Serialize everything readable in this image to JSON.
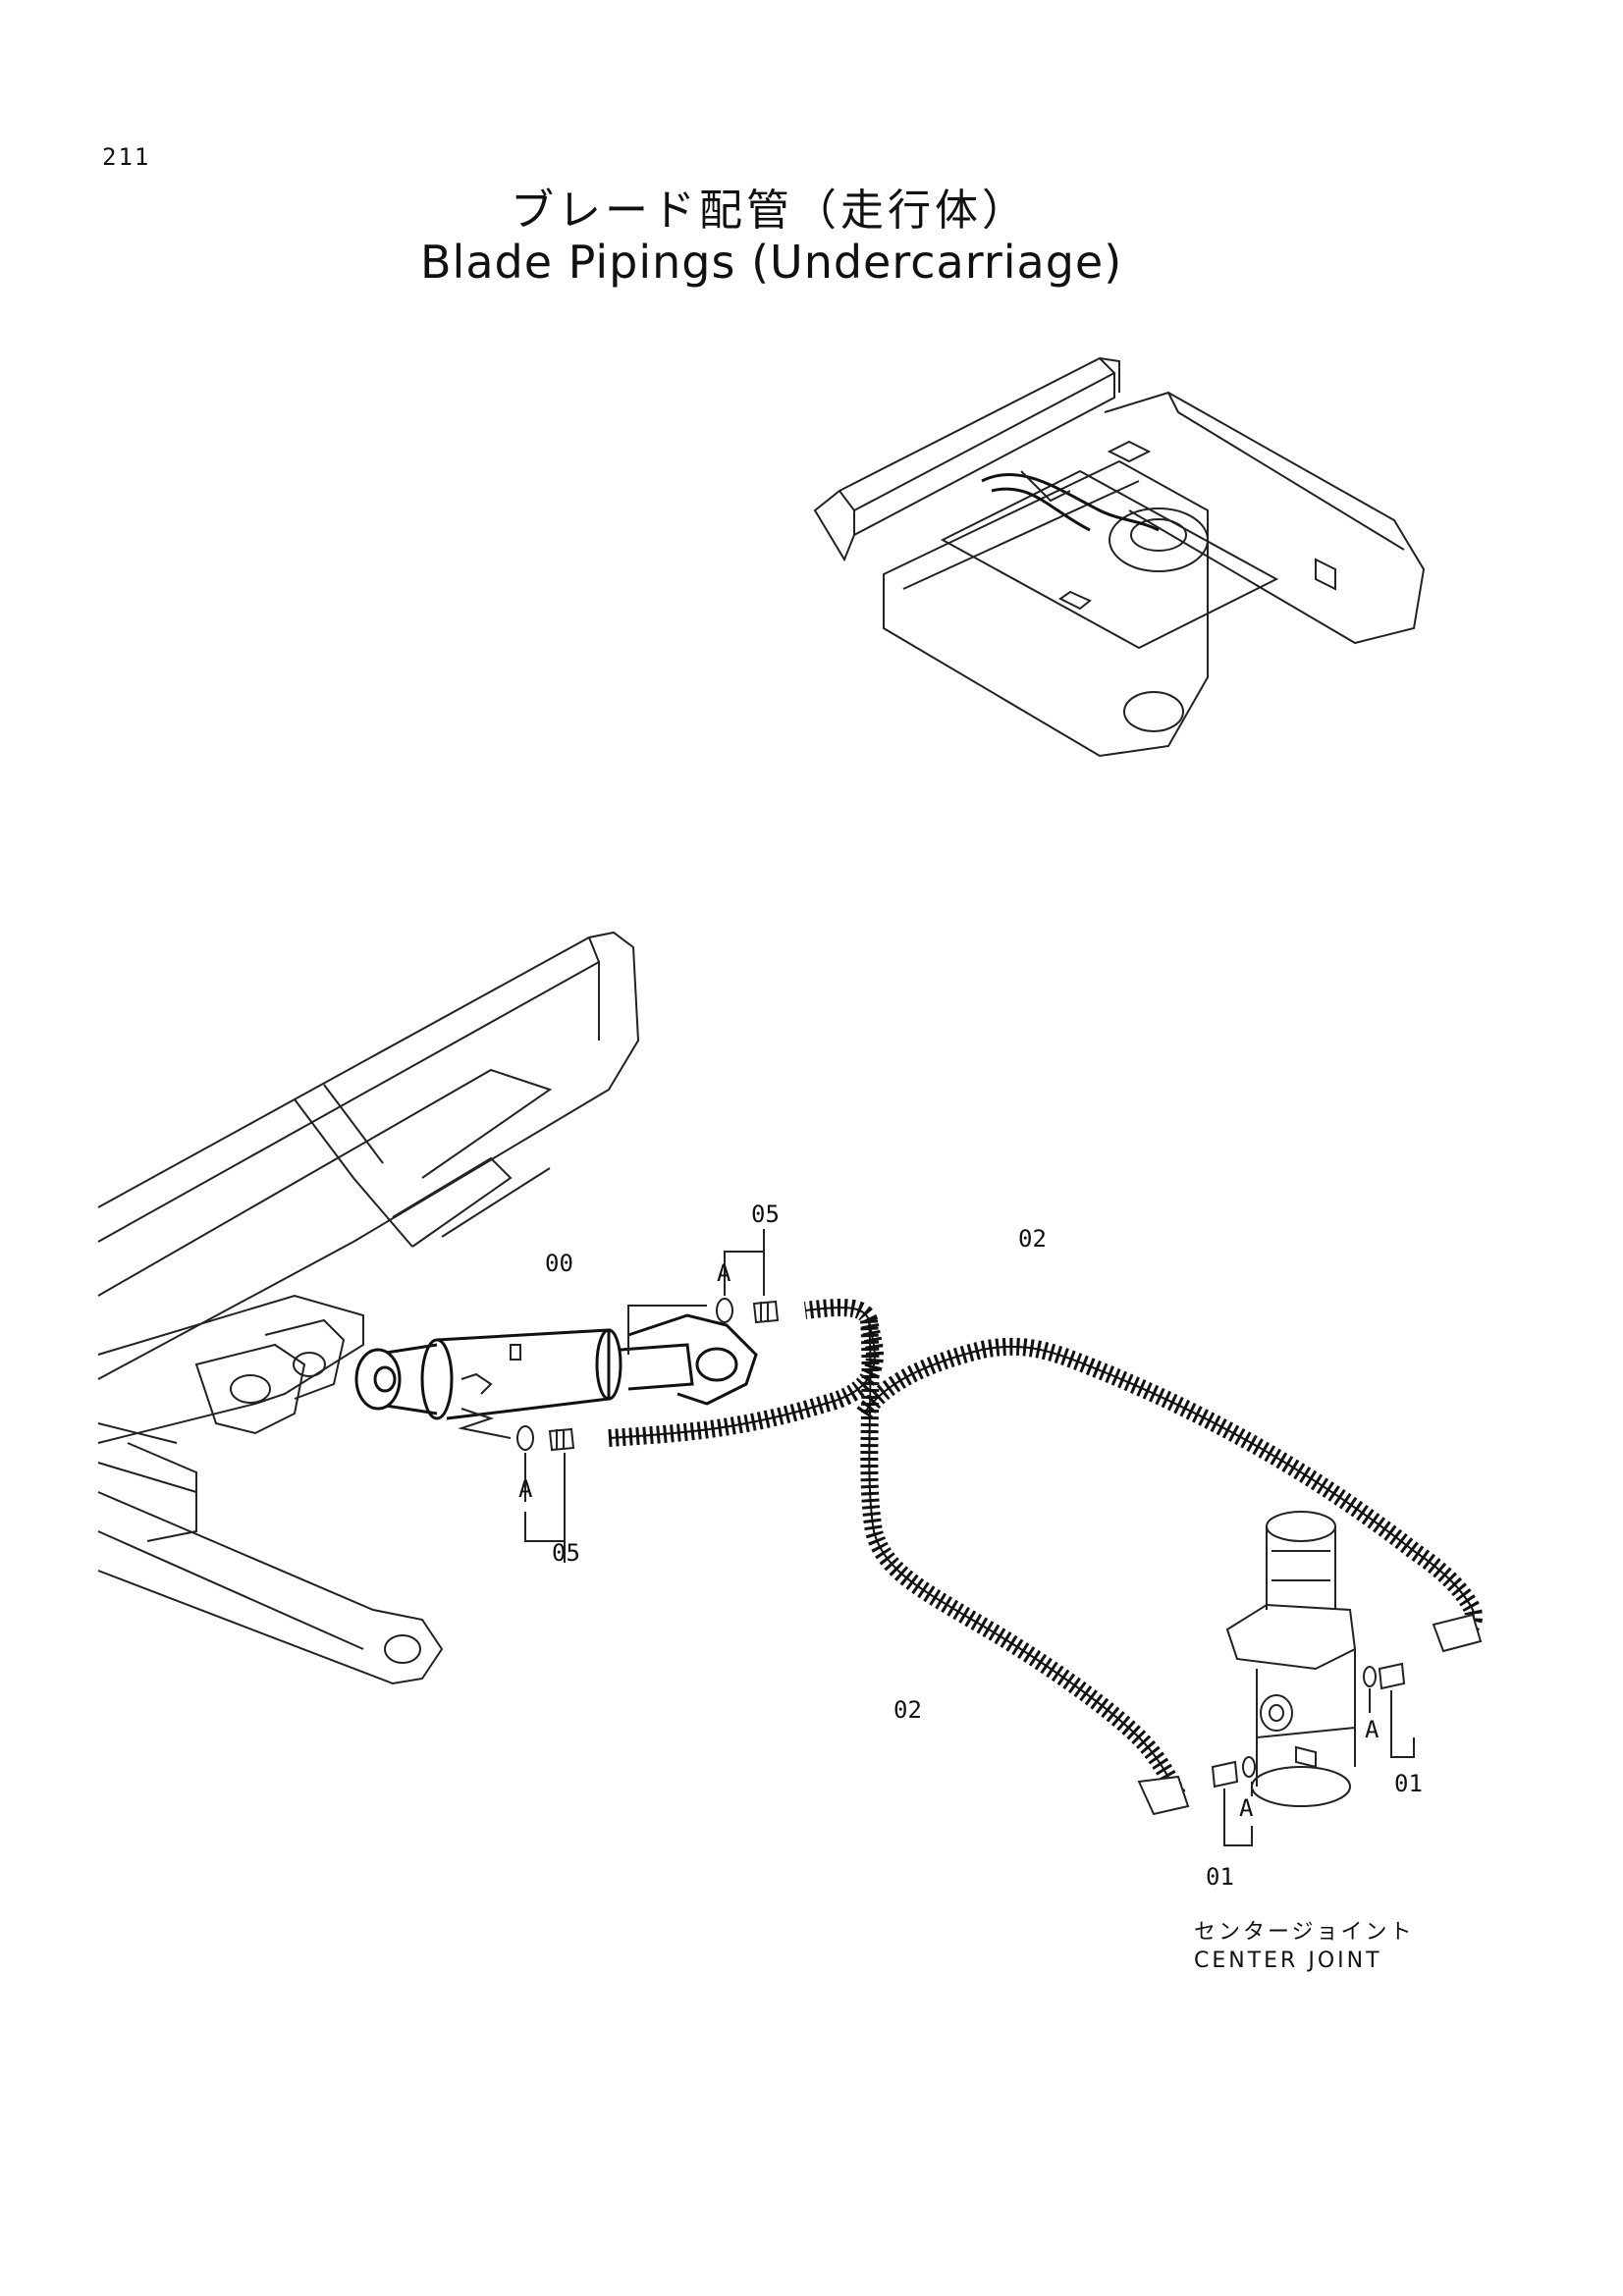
{
  "page_number": "211",
  "title_jp": "ブレード配管（走行体）",
  "title_en": "Blade Pipings (Undercarriage)",
  "labels": {
    "cylinder": "00",
    "fitting_top": "05",
    "fitting_bottom": "05",
    "hose_top": "02",
    "hose_left": "02",
    "fitting_right": "01",
    "fitting_bottom_right": "01",
    "oring_a1": "A",
    "oring_a2": "A",
    "oring_a3": "A",
    "oring_a4": "A"
  },
  "caption_jp": "センタージョイント",
  "caption_en": "CENTER JOINT"
}
